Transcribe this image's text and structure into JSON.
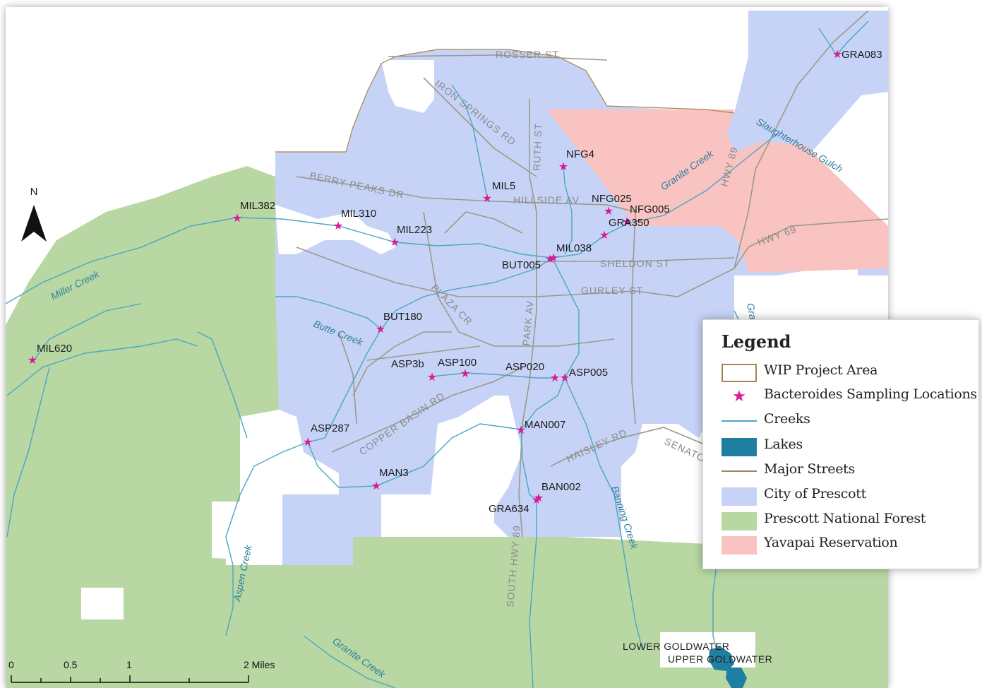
{
  "map": {
    "north_arrow_label": "N",
    "scale": {
      "ticks": [
        "0",
        "0.5",
        "1",
        "2 Miles"
      ]
    },
    "colors": {
      "city": "#c7d3f6",
      "forest": "#b8d7a3",
      "reservation": "#f8c3c1",
      "creek": "#4aa6c4",
      "street": "#9a8a60",
      "lake": "#1e7fa0",
      "site": "#d81b95"
    },
    "sites": [
      "GRA083",
      "NFG4",
      "MIL5",
      "NFG025",
      "NFG005",
      "GRA350",
      "MIL382",
      "MIL310",
      "MIL223",
      "MIL038",
      "BUT005",
      "BUT180",
      "MIL620",
      "ASP3b",
      "ASP100",
      "ASP020",
      "ASP005",
      "ASP287",
      "MAN007",
      "MAN3",
      "BAN002",
      "GRA634"
    ],
    "streets": {
      "rosser": "ROSSER ST",
      "iron_springs": "IRON SPRINGS RD",
      "ruth": "RUTH ST",
      "berry_peaks": "BERRY PEAKS DR",
      "hillside": "HILLSIDE AV",
      "sheldon": "SHELDON ST",
      "gurley": "GURLEY ST",
      "plaza": "PLAZA CR",
      "park": "PARK AV",
      "copper_basin": "COPPER BASIN RD",
      "haisley": "HAISLEY RD",
      "senator": "SENATO",
      "south_hwy89": "SOUTH HWY 89",
      "hwy69": "HWY 69",
      "hwy89": "HWY 89"
    },
    "creeks": {
      "granite_n": "Granite Creek",
      "slaughterhouse": "Slaughterhouse Gulch",
      "miller": "Miller Creek",
      "butte": "Butte Creek",
      "banning": "Banning Creek",
      "aspen": "Aspen Creek",
      "granite_s": "Granite Creek",
      "granite_e": "Gra"
    },
    "lakes": {
      "lower": "LOWER GOLDWATER",
      "upper": "UPPER GOLDWATER"
    }
  },
  "legend": {
    "title": "Legend",
    "items": [
      {
        "label": "WIP Project Area"
      },
      {
        "label": "Bacteroides Sampling Locations",
        "symbol": "★"
      },
      {
        "label": "Creeks"
      },
      {
        "label": "Lakes"
      },
      {
        "label": "Major Streets"
      },
      {
        "label": "City of Prescott"
      },
      {
        "label": "Prescott National Forest"
      },
      {
        "label": "Yavapai Reservation"
      }
    ]
  }
}
